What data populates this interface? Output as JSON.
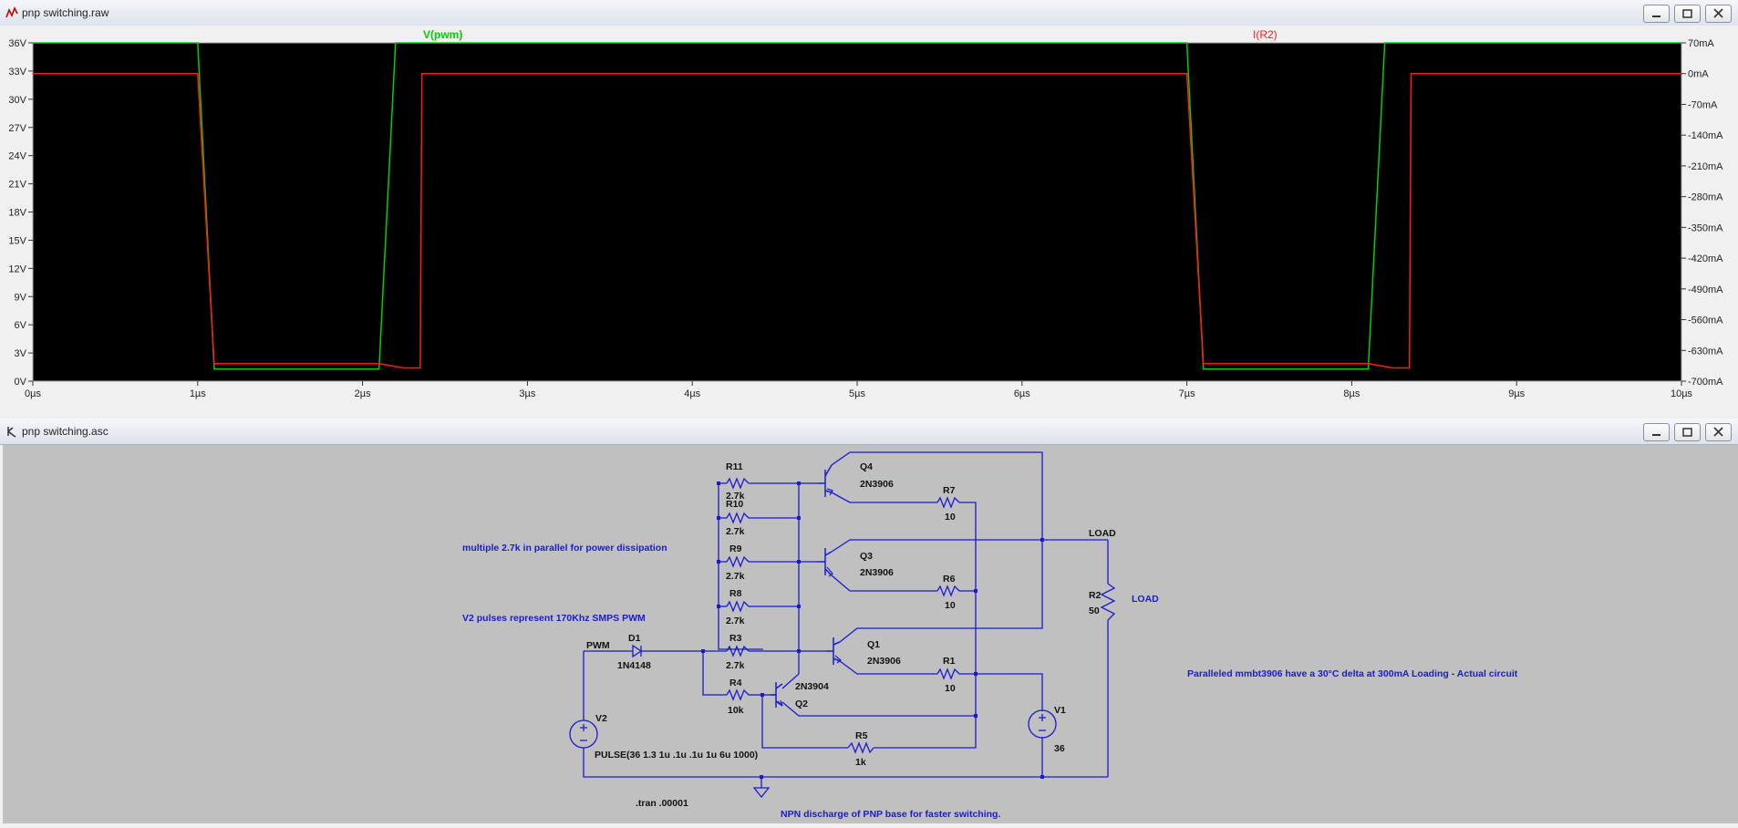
{
  "plot_window": {
    "title": "pnp switching.raw",
    "trace1_label": "V(pwm)",
    "trace2_label": "I(R2)",
    "left_ticks": [
      "36V",
      "33V",
      "30V",
      "27V",
      "24V",
      "21V",
      "18V",
      "15V",
      "12V",
      "9V",
      "6V",
      "3V",
      "0V"
    ],
    "right_ticks": [
      "70mA",
      "0mA",
      "-70mA",
      "-140mA",
      "-210mA",
      "-280mA",
      "-350mA",
      "-420mA",
      "-490mA",
      "-560mA",
      "-630mA",
      "-700mA"
    ],
    "x_ticks": [
      "0µs",
      "1µs",
      "2µs",
      "3µs",
      "4µs",
      "5µs",
      "6µs",
      "7µs",
      "8µs",
      "9µs",
      "10µs"
    ],
    "trace1_color": "#00d000",
    "trace2_color": "#ff1a1a"
  },
  "chart_data": {
    "type": "line",
    "x_unit": "µs",
    "xlim": [
      0,
      10
    ],
    "ylim_left": [
      0,
      36
    ],
    "ylim_right": [
      -700,
      70
    ],
    "series": [
      {
        "name": "V(pwm)",
        "axis": "left",
        "unit": "V",
        "x": [
          0,
          1.0,
          1.1,
          2.1,
          2.2,
          7.0,
          7.1,
          8.1,
          8.2,
          10
        ],
        "y": [
          36,
          36,
          1.3,
          1.3,
          36,
          36,
          1.3,
          1.3,
          36,
          36
        ]
      },
      {
        "name": "I(R2)",
        "axis": "right",
        "unit": "mA",
        "x": [
          0,
          1.0,
          1.1,
          2.1,
          2.25,
          2.35,
          2.36,
          7.0,
          7.1,
          8.1,
          8.25,
          8.35,
          8.36,
          10
        ],
        "y": [
          0,
          0,
          -660,
          -660,
          -670,
          -670,
          0,
          0,
          -660,
          -660,
          -670,
          -670,
          0,
          0
        ]
      }
    ]
  },
  "schematic_window": {
    "title": "pnp switching.asc",
    "components": {
      "r11": {
        "ref": "R11",
        "value": "2.7k"
      },
      "r10": {
        "ref": "R10",
        "value": "2.7k"
      },
      "r9": {
        "ref": "R9",
        "value": "2.7k"
      },
      "r8": {
        "ref": "R8",
        "value": "2.7k"
      },
      "r3": {
        "ref": "R3",
        "value": "2.7k"
      },
      "r4": {
        "ref": "R4",
        "value": "10k"
      },
      "r7": {
        "ref": "R7",
        "value": "10"
      },
      "r6": {
        "ref": "R6",
        "value": "10"
      },
      "r1": {
        "ref": "R1",
        "value": "10"
      },
      "r5": {
        "ref": "R5",
        "value": "1k"
      },
      "r2": {
        "ref": "R2",
        "value": "50"
      },
      "q4": {
        "ref": "Q4",
        "value": "2N3906"
      },
      "q3": {
        "ref": "Q3",
        "value": "2N3906"
      },
      "q1": {
        "ref": "Q1",
        "value": "2N3906"
      },
      "q2": {
        "ref": "Q2",
        "value": "2N3904"
      },
      "d1": {
        "ref": "D1",
        "value": "1N4148"
      },
      "v1": {
        "ref": "V1",
        "value": "36"
      },
      "v2": {
        "ref": "V2",
        "value": "PULSE(36 1.3 1u .1u .1u 1u 6u 1000)"
      }
    },
    "net_pwm": "PWM",
    "net_load": "LOAD",
    "load_label": "LOAD",
    "comment_parallel": "multiple 2.7k in parallel for power dissipation",
    "comment_pulses": "V2 pulses represent 170Khz SMPS PWM",
    "comment_mmbt": "Paralleled mmbt3906  have a 30°C delta at 300mA Loading - Actual circuit",
    "comment_npn": "NPN discharge of PNP base for faster switching.",
    "directive": ".tran .00001"
  }
}
